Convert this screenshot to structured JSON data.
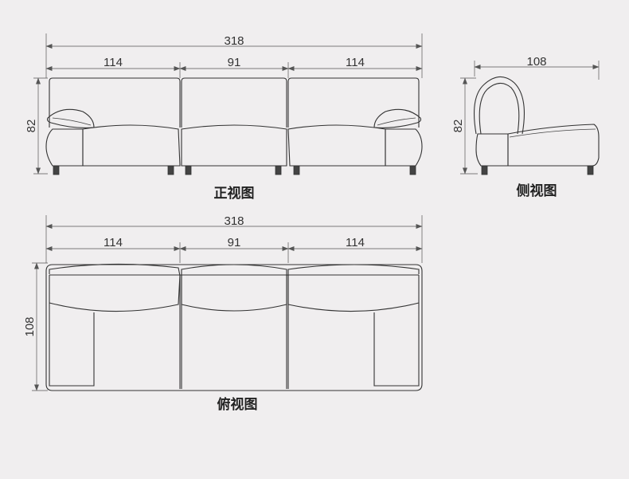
{
  "front_view": {
    "title": "正视图",
    "total_width": "318",
    "seg_left": "114",
    "seg_mid": "91",
    "seg_right": "114",
    "height": "82"
  },
  "side_view": {
    "title": "侧视图",
    "depth": "108",
    "height": "82"
  },
  "top_view": {
    "title": "俯视图",
    "total_width": "318",
    "seg_left": "114",
    "seg_mid": "91",
    "seg_right": "114",
    "depth": "108"
  },
  "colors": {
    "background": "#f0eeef",
    "line": "#333333"
  }
}
